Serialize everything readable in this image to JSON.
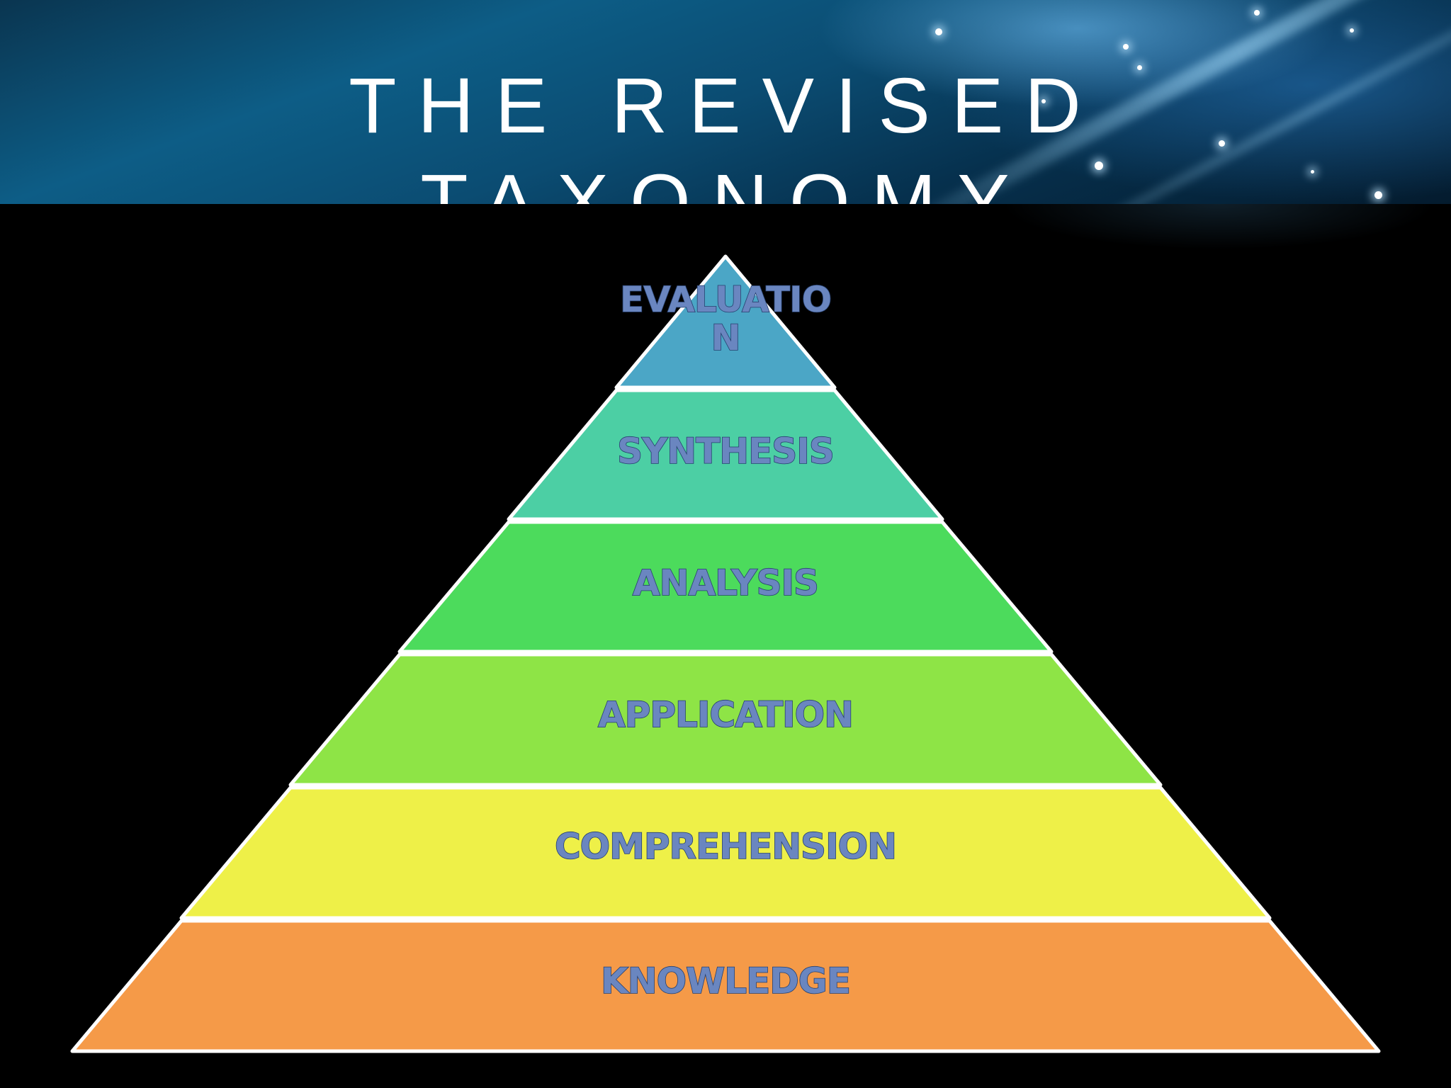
{
  "slide": {
    "title_line1": "THE REVISED",
    "title_line2": "TAXONOMY"
  },
  "pyramid": {
    "levels": [
      {
        "label": "EVALUATIO",
        "label_line2": "N",
        "color": "#4ba6c6"
      },
      {
        "label": "SYNTHESIS",
        "color": "#4ccfa4"
      },
      {
        "label": "ANALYSIS",
        "color": "#4cdb5c"
      },
      {
        "label": "APPLICATION",
        "color": "#8ee446"
      },
      {
        "label": "COMPREHENSION",
        "color": "#eef048"
      },
      {
        "label": "KNOWLEDGE",
        "color": "#f59a48"
      }
    ],
    "outline_color": "#ffffff",
    "label_color": "#6a86c0"
  }
}
